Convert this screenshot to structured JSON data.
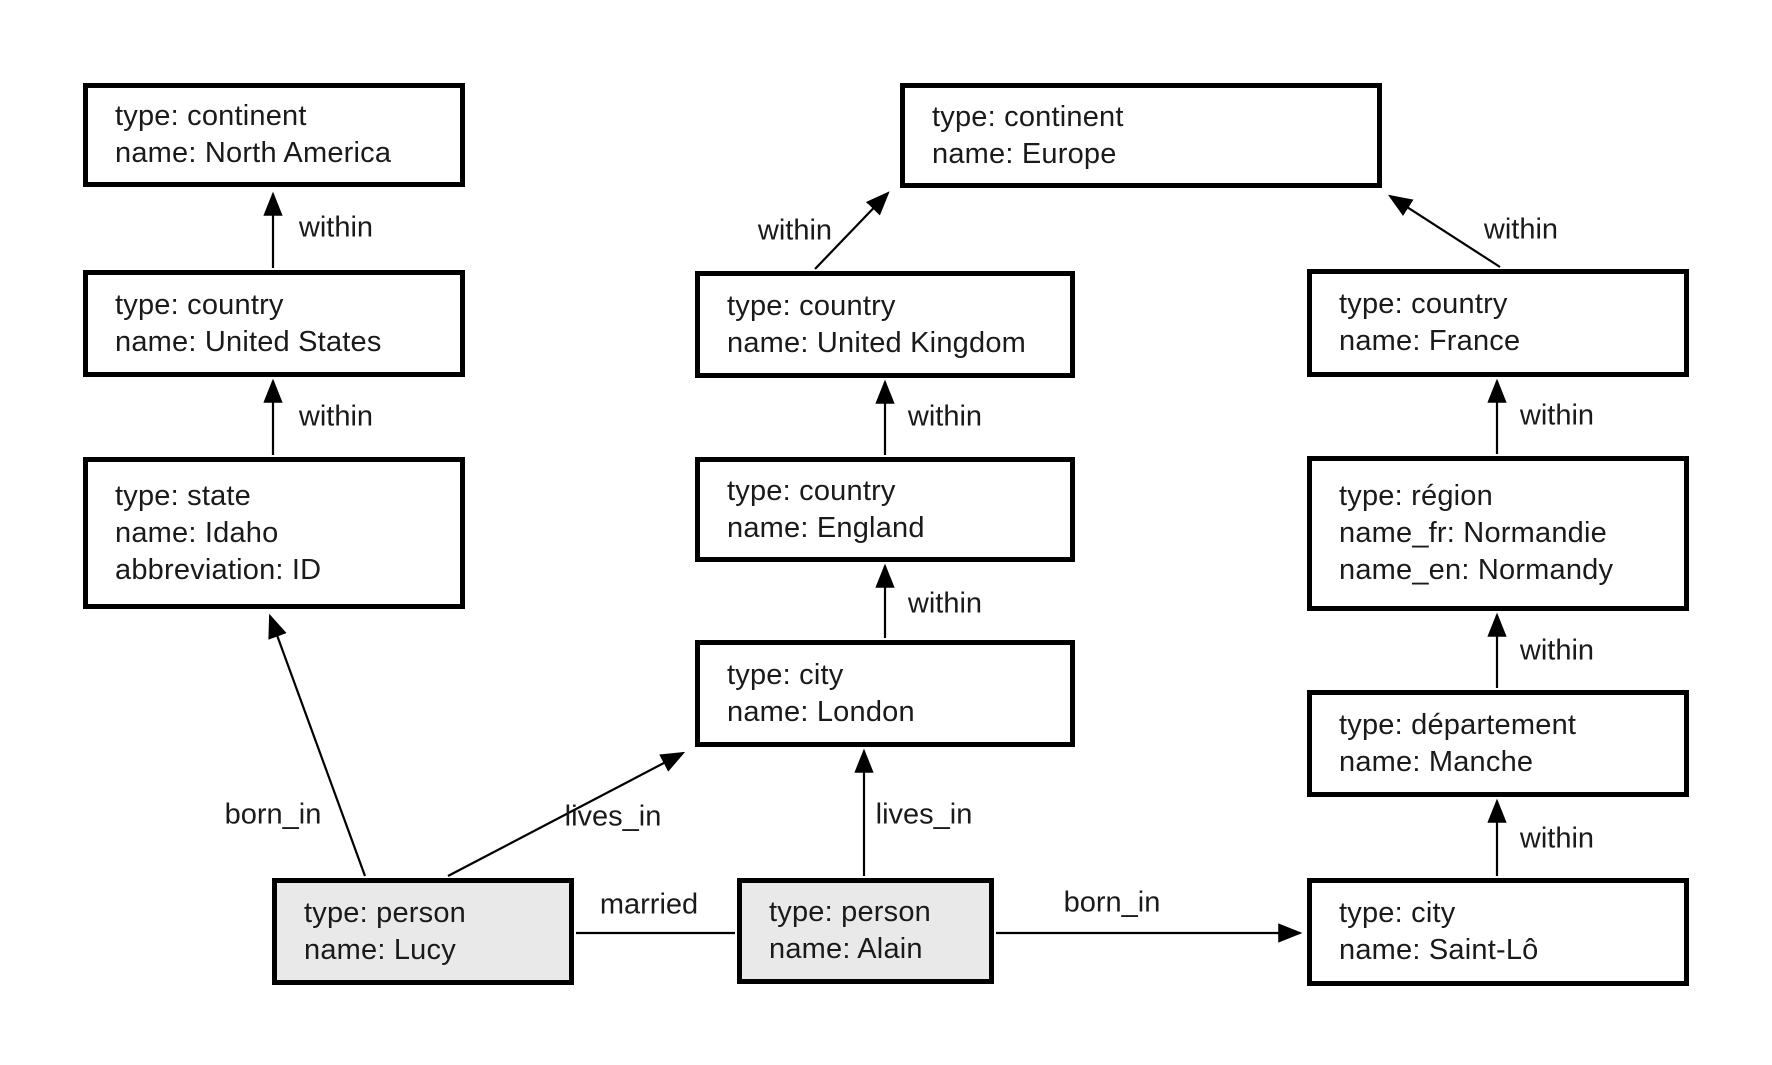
{
  "diagram": {
    "kind": "property-graph",
    "background": "#ffffff",
    "node_fill": "#ffffff",
    "person_node_fill": "#e9e9e9",
    "border_color": "#000000",
    "text_color": "#1a1a1a"
  },
  "nodes": [
    {
      "id": "north-america",
      "kind": "place",
      "lines": [
        "type: continent",
        "name: North America"
      ]
    },
    {
      "id": "united-states",
      "kind": "place",
      "lines": [
        "type: country",
        "name: United States"
      ]
    },
    {
      "id": "idaho",
      "kind": "place",
      "lines": [
        "type: state",
        "name: Idaho",
        "abbreviation: ID"
      ]
    },
    {
      "id": "europe",
      "kind": "place",
      "lines": [
        "type: continent",
        "name: Europe"
      ]
    },
    {
      "id": "united-kingdom",
      "kind": "place",
      "lines": [
        "type: country",
        "name: United Kingdom"
      ]
    },
    {
      "id": "england",
      "kind": "place",
      "lines": [
        "type: country",
        "name: England"
      ]
    },
    {
      "id": "london",
      "kind": "place",
      "lines": [
        "type: city",
        "name: London"
      ]
    },
    {
      "id": "france",
      "kind": "place",
      "lines": [
        "type: country",
        "name: France"
      ]
    },
    {
      "id": "normandy",
      "kind": "place",
      "lines": [
        "type: région",
        "name_fr: Normandie",
        "name_en: Normandy"
      ]
    },
    {
      "id": "manche",
      "kind": "place",
      "lines": [
        "type: département",
        "name: Manche"
      ]
    },
    {
      "id": "saint-lo",
      "kind": "place",
      "lines": [
        "type: city",
        "name: Saint-Lô"
      ]
    },
    {
      "id": "lucy",
      "kind": "person",
      "lines": [
        "type: person",
        "name: Lucy"
      ]
    },
    {
      "id": "alain",
      "kind": "person",
      "lines": [
        "type: person",
        "name: Alain"
      ]
    }
  ],
  "edges": [
    {
      "label": "within",
      "from": "united-states",
      "to": "north-america",
      "directed": true
    },
    {
      "label": "within",
      "from": "idaho",
      "to": "united-states",
      "directed": true
    },
    {
      "label": "within",
      "from": "united-kingdom",
      "to": "europe",
      "directed": true
    },
    {
      "label": "within",
      "from": "france",
      "to": "europe",
      "directed": true
    },
    {
      "label": "within",
      "from": "england",
      "to": "united-kingdom",
      "directed": true
    },
    {
      "label": "within",
      "from": "london",
      "to": "england",
      "directed": true
    },
    {
      "label": "born_in",
      "from": "lucy",
      "to": "idaho",
      "directed": true
    },
    {
      "label": "lives_in",
      "from": "lucy",
      "to": "london",
      "directed": true
    },
    {
      "label": "lives_in",
      "from": "alain",
      "to": "london",
      "directed": true
    },
    {
      "label": "married",
      "from": "lucy",
      "to": "alain",
      "directed": false
    },
    {
      "label": "born_in",
      "from": "alain",
      "to": "saint-lo",
      "directed": true
    },
    {
      "label": "within",
      "from": "saint-lo",
      "to": "manche",
      "directed": true
    },
    {
      "label": "within",
      "from": "manche",
      "to": "normandy",
      "directed": true
    },
    {
      "label": "within",
      "from": "normandy",
      "to": "france",
      "directed": true
    }
  ]
}
